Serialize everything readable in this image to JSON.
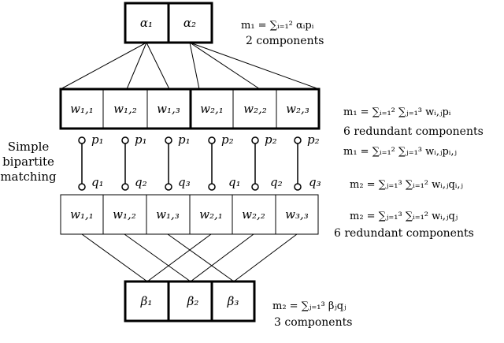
{
  "alpha_row": {
    "cells": [
      "α₁",
      "α₂"
    ]
  },
  "w_top_row": {
    "cells": [
      "w₁,₁",
      "w₁,₂",
      "w₁,₃",
      "w₂,₁",
      "w₂,₂",
      "w₂,₃"
    ]
  },
  "p_labels": [
    "p₁",
    "p₁",
    "p₁",
    "p₂",
    "p₂",
    "p₂"
  ],
  "q_labels": [
    "q₁",
    "q₂",
    "q₃",
    "q₁",
    "q₂",
    "q₃"
  ],
  "w_bottom_row": {
    "cells": [
      "w₁,₁",
      "w₁,₂",
      "w₁,₃",
      "w₂,₁",
      "w₂,₂",
      "w₃,₃"
    ]
  },
  "beta_row": {
    "cells": [
      "β₁",
      "β₂",
      "β₃"
    ]
  },
  "side_label": [
    "Simple",
    "bipartite",
    "matching"
  ],
  "annotations": {
    "m1_alpha": "m₁ = ∑ᵢ₌₁² αᵢpᵢ",
    "m1_alpha_caption": "2 components",
    "m1_w": "m₁ = ∑ᵢ₌₁² ∑ⱼ₌₁³ wᵢ,ⱼpᵢ",
    "m1_w_caption": "6 redundant components",
    "m1_wpij": "m₁ = ∑ᵢ₌₁² ∑ⱼ₌₁³ wᵢ,ⱼpᵢ,ⱼ",
    "m2_wqij": "m₂ = ∑ⱼ₌₁³ ∑ᵢ₌₁² wᵢ,ⱼqᵢ,ⱼ",
    "m2_w": "m₂ = ∑ⱼ₌₁³ ∑ᵢ₌₁² wᵢ,ⱼqⱼ",
    "m2_w_caption": "6 redundant components",
    "m2_beta": "m₂ = ∑ⱼ₌₁³ βⱼqⱼ",
    "m2_beta_caption": "3 components"
  }
}
